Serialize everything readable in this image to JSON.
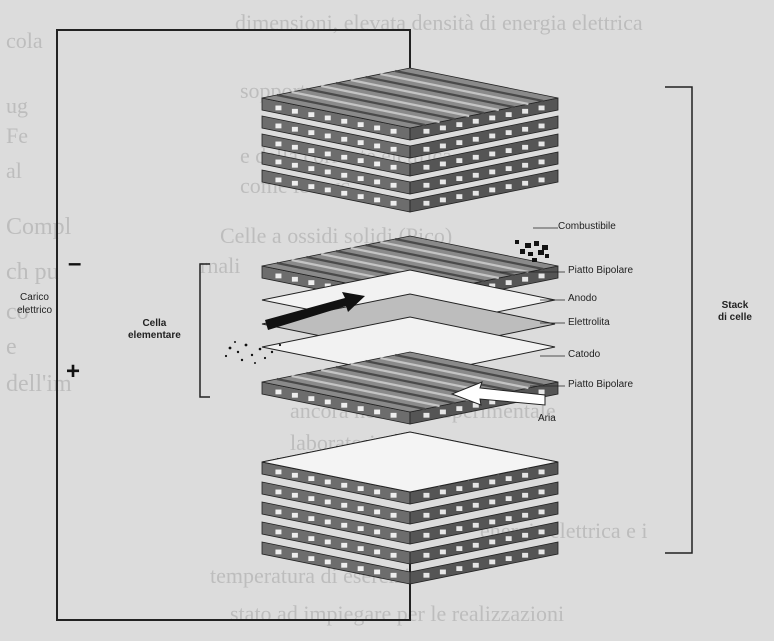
{
  "background_text": {
    "left_column": [
      "cola",
      "ug",
      "Fe",
      "al",
      "Compl",
      "ch pu",
      "co",
      "e",
      "dell'im"
    ],
    "center_lines": [
      "dimensioni, elevata densità di energia elettrica",
      "sopportare, e sistemi",
      "e della corrente elettrica",
      "come le cwc",
      "Celle a ossidi solidi (Pico)",
      "rnali",
      "ancora nella fase sperimentale",
      "laboratorio",
      "energia elettrica e i",
      "temperatura di esercizio",
      "stato ad impiegare per le realizzazioni"
    ]
  },
  "diagram": {
    "labels": {
      "combustibile": "Combustibile",
      "piatto_bipolare_top": "Piatto Bipolare",
      "anodo": "Anodo",
      "elettrolita": "Elettrolita",
      "catodo": "Catodo",
      "piatto_bipolare_bottom": "Piatto Bipolare",
      "aria": "Aria",
      "cella_elementare": "Cella\nelementare",
      "stack_di_celle": "Stack\ndi celle",
      "carico_elettrico": "Carico\nelettrico",
      "minus": "–",
      "plus": "+"
    },
    "colors": {
      "plate_top": "#8a8a8a",
      "plate_side": "#555555",
      "layer_light": "#f2f2f2",
      "layer_grey": "#bdbdbd",
      "line": "#222222"
    }
  }
}
